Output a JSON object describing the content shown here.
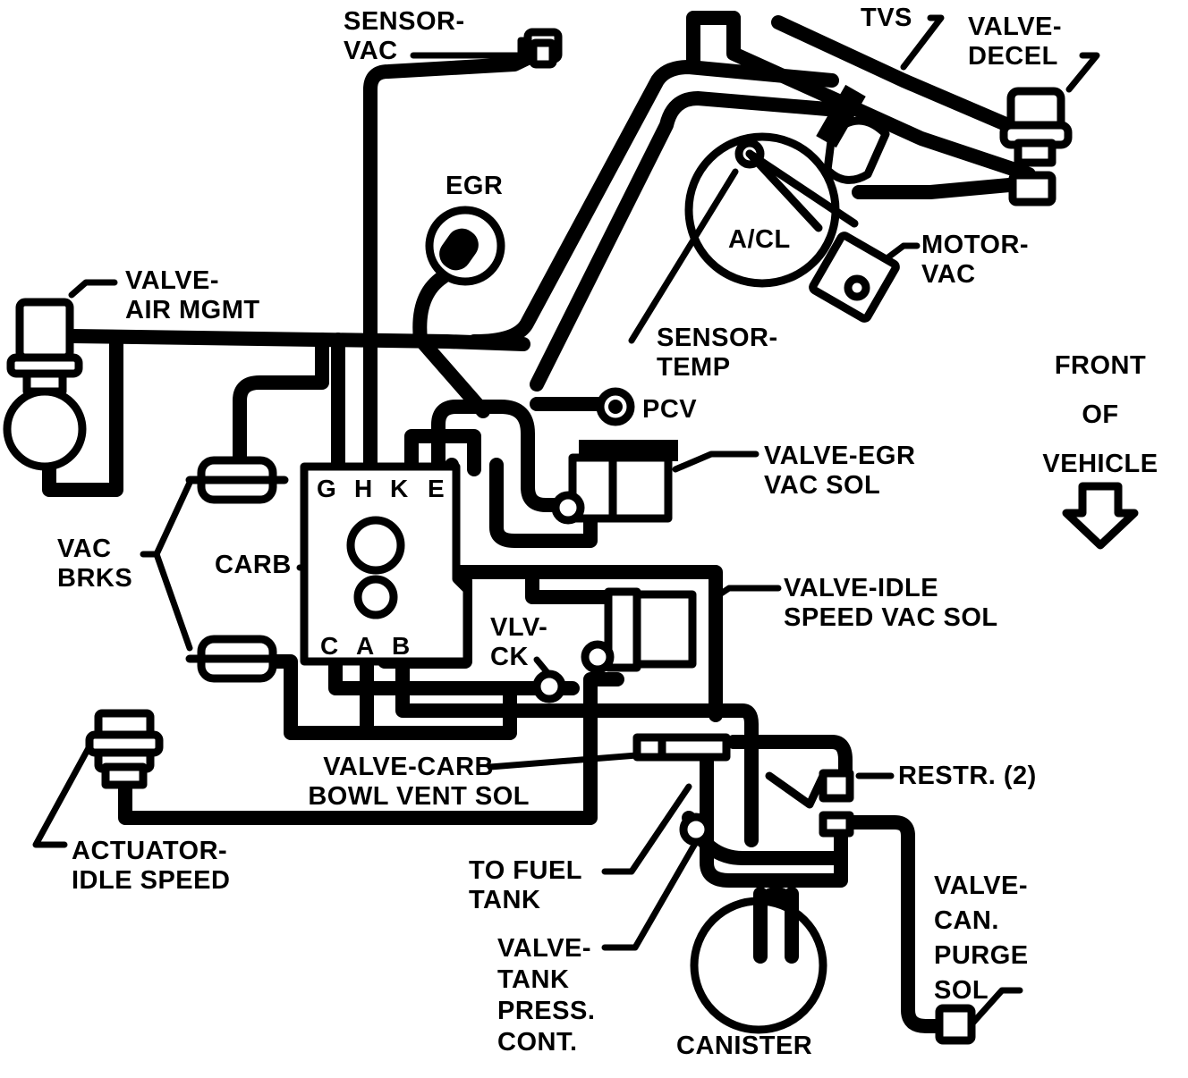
{
  "labels": {
    "sensor_vac": [
      "SENSOR-",
      "VAC"
    ],
    "tvs": "TVS",
    "valve_decel": [
      "VALVE-",
      "DECEL"
    ],
    "egr": "EGR",
    "acl": "A/CL",
    "motor_vac": [
      "MOTOR-",
      "VAC"
    ],
    "valve_air_mgmt": [
      "VALVE-",
      "AIR MGMT"
    ],
    "sensor_temp": [
      "SENSOR-",
      "TEMP"
    ],
    "front_of_vehicle": [
      "FRONT",
      "OF",
      "VEHICLE"
    ],
    "pcv": "PCV",
    "valve_egr_vac_sol": [
      "VALVE-EGR",
      "VAC SOL"
    ],
    "vac_brks": [
      "VAC",
      "BRKS"
    ],
    "carb": "CARB",
    "valve_idle_speed_vac_sol": [
      "VALVE-IDLE",
      "SPEED VAC SOL"
    ],
    "vlv_ck": [
      "VLV-",
      "CK"
    ],
    "valve_carb_bowl_vent_sol": [
      "VALVE-CARB",
      "BOWL VENT SOL"
    ],
    "restr": "RESTR. (2)",
    "actuator_idle_speed": [
      "ACTUATOR-",
      "IDLE SPEED"
    ],
    "to_fuel_tank": [
      "TO FUEL",
      "TANK"
    ],
    "valve_can_purge_sol": [
      "VALVE-",
      "CAN.",
      "PURGE",
      "SOL"
    ],
    "valve_tank_press_cont": [
      "VALVE-",
      "TANK",
      "PRESS.",
      "CONT."
    ],
    "canister": "CANISTER"
  },
  "carb_ports": {
    "top": [
      "G",
      "H",
      "K",
      "E"
    ],
    "bottom": [
      "C",
      "A",
      "B"
    ]
  }
}
